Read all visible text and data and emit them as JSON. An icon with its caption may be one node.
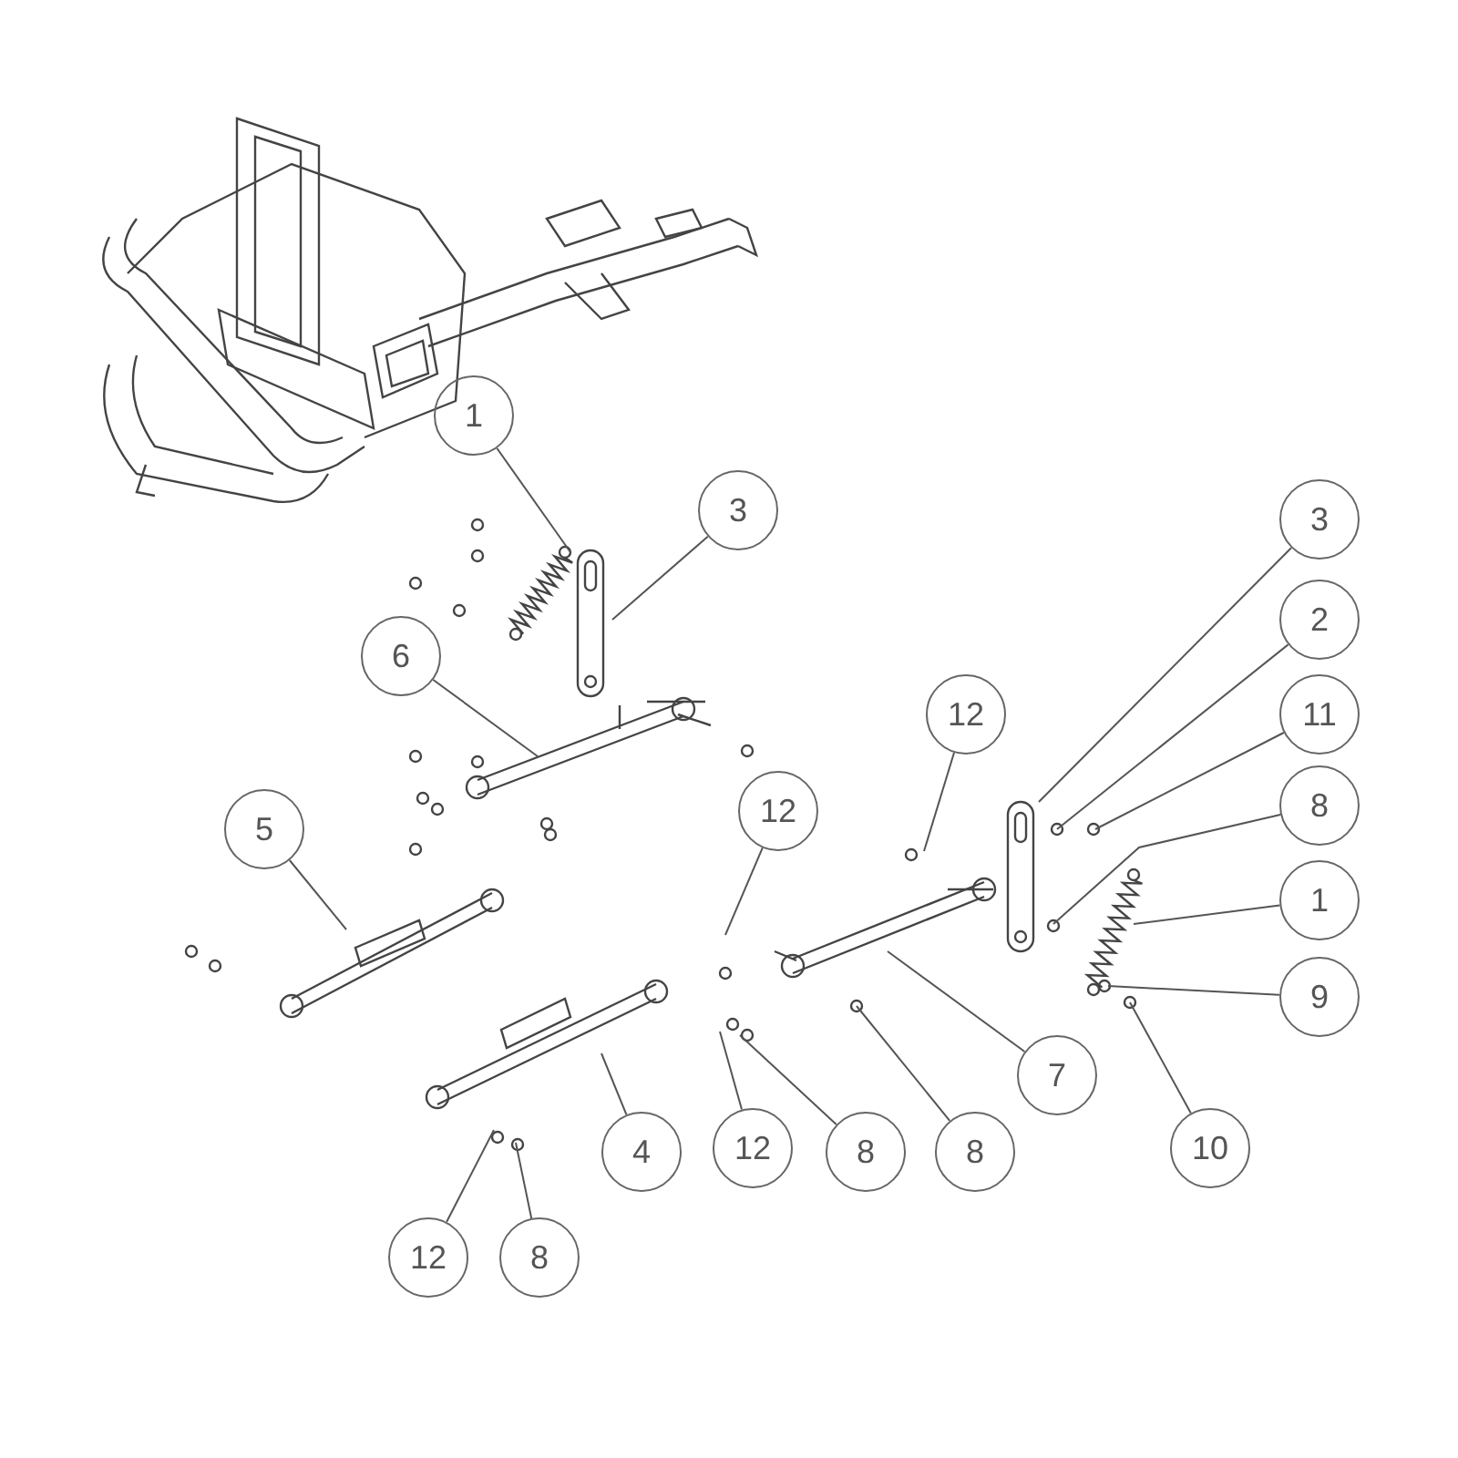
{
  "diagram": {
    "nodes": [
      {
        "text": [
          "1"
        ]
      },
      {
        "text": [
          "3"
        ]
      },
      {
        "text": [
          "3"
        ]
      },
      {
        "text": [
          "2"
        ]
      },
      {
        "text": [
          "6"
        ]
      },
      {
        "text": [
          "11"
        ]
      },
      {
        "text": [
          "12"
        ]
      },
      {
        "text": [
          "8"
        ]
      },
      {
        "text": [
          "5"
        ]
      },
      {
        "text": [
          "12"
        ]
      },
      {
        "text": [
          "1"
        ]
      },
      {
        "text": [
          "9"
        ]
      },
      {
        "text": [
          "7"
        ]
      },
      {
        "text": [
          "12"
        ]
      },
      {
        "text": [
          "4"
        ]
      },
      {
        "text": [
          "8"
        ]
      },
      {
        "text": [
          "8"
        ]
      },
      {
        "text": [
          "10"
        ]
      },
      {
        "text": [
          "12"
        ]
      },
      {
        "text": [
          "8"
        ]
      }
    ],
    "edges": [
      {
        "from": 0,
        "to": null,
        "arrow": "none"
      },
      {
        "from": 1,
        "to": null,
        "arrow": "none"
      },
      {
        "from": 2,
        "to": null,
        "arrow": "none"
      },
      {
        "from": 3,
        "to": null,
        "arrow": "none"
      },
      {
        "from": 4,
        "to": null,
        "arrow": "none"
      },
      {
        "from": 5,
        "to": null,
        "arrow": "none"
      },
      {
        "from": 6,
        "to": null,
        "arrow": "none"
      },
      {
        "from": 7,
        "to": null,
        "arrow": "none"
      },
      {
        "from": 8,
        "to": null,
        "arrow": "none"
      },
      {
        "from": 9,
        "to": null,
        "arrow": "none"
      },
      {
        "from": 10,
        "to": null,
        "arrow": "none"
      },
      {
        "from": 11,
        "to": null,
        "arrow": "none"
      },
      {
        "from": 12,
        "to": null,
        "arrow": "none"
      },
      {
        "from": 13,
        "to": null,
        "arrow": "none"
      },
      {
        "from": 14,
        "to": null,
        "arrow": "none"
      },
      {
        "from": 15,
        "to": null,
        "arrow": "none"
      },
      {
        "from": 16,
        "to": null,
        "arrow": "none"
      },
      {
        "from": 17,
        "to": null,
        "arrow": "none"
      },
      {
        "from": 18,
        "to": null,
        "arrow": "none"
      },
      {
        "from": 19,
        "to": null,
        "arrow": "none"
      }
    ]
  }
}
